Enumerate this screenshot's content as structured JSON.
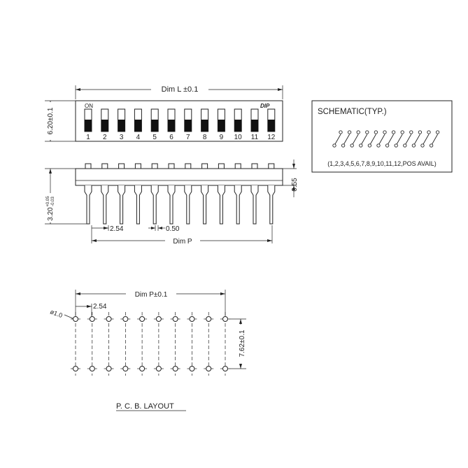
{
  "top_view": {
    "on_label": "ON",
    "logo": "DIP",
    "positions": [
      "1",
      "2",
      "3",
      "4",
      "5",
      "6",
      "7",
      "8",
      "9",
      "10",
      "11",
      "12"
    ],
    "dim_length": "Dim L ±0.1",
    "dim_width": "6.20±0.1"
  },
  "side_view": {
    "dim_pin_height": "3.20",
    "dim_pin_tol_plus": "+0.05",
    "dim_pin_tol_minus": "-0.03",
    "dim_body_offset": "0.55",
    "dim_pitch": "2.54",
    "dim_pin_width": "0.50",
    "dim_span": "Dim P"
  },
  "schematic": {
    "title": "SCHEMATIC(TYP.)",
    "switch_count": 12,
    "caption": "(1,2,3,4,5,6,7,8,9,10,11,12,POS AVAIL)"
  },
  "pcb_layout": {
    "dim_span": "Dim P±0.1",
    "dim_pitch": "2.54",
    "dim_hole": "ø1.0",
    "dim_row_spacing": "7.62±0.1",
    "hole_columns": 10,
    "title": "P. C. B. LAYOUT"
  }
}
